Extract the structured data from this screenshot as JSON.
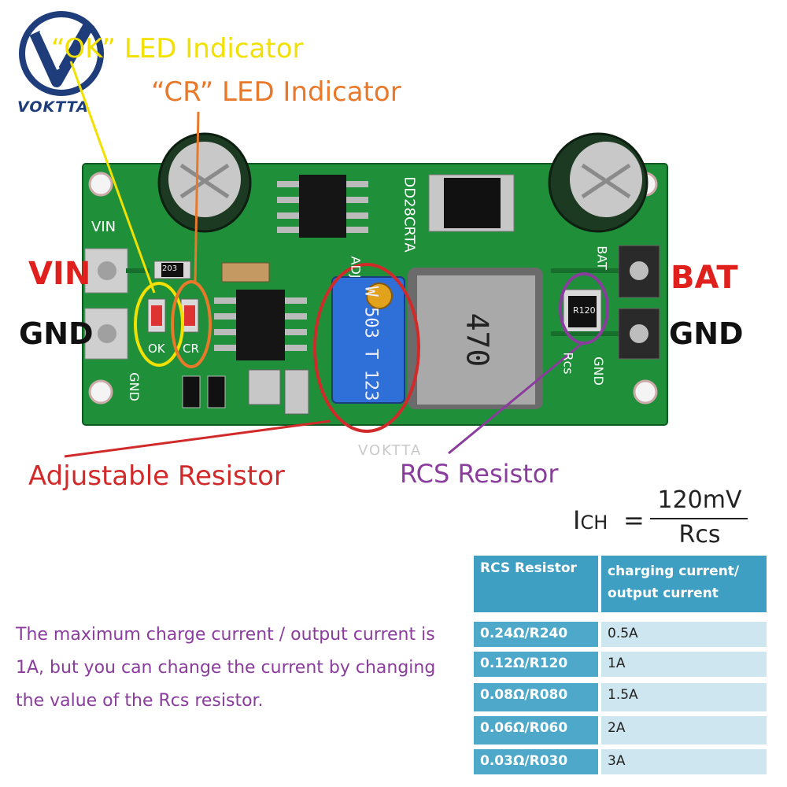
{
  "logo": {
    "icon": "voktta-v-logo",
    "text": "VOKTTA"
  },
  "watermark": "VOKTTA",
  "labels": {
    "ok_led": "“OK” LED Indicator",
    "cr_led": "“CR” LED Indicator",
    "vin": "VIN",
    "gnd_left": "GND",
    "bat": "BAT",
    "gnd_right": "GND",
    "adjustable_resistor": "Adjustable Resistor",
    "rcs_resistor": "RCS Resistor"
  },
  "board": {
    "model": "DD28CRTA",
    "silk_vin": "VIN",
    "silk_gnd_left": "GND",
    "silk_gnd_right": "GND",
    "silk_bat": "BAT",
    "silk_rcs": "Rcs",
    "silk_adj": "ADJ",
    "led_ok": "OK",
    "led_cr": "CR",
    "inductor": "470",
    "potentiometer": "W 503 T 123",
    "rcs_chip": "R120",
    "chip_203": "203",
    "colors": {
      "pcb": "#1f8f3a",
      "ok_circle": "#f2e000",
      "cr_circle": "#e8792a",
      "adj_circle": "#d12a2a",
      "rcs_circle": "#8a3d9c"
    }
  },
  "formula": {
    "lhs": "I",
    "lhs_sub": "CH",
    "eq": "=",
    "numerator": "120mV",
    "denominator": "Rcs"
  },
  "description": "The maximum charge current / output current is 1A, but you can change the current by changing the value of the Rcs resistor.",
  "table": {
    "headers": [
      "RCS Resistor",
      "charging current/ output current"
    ],
    "rows": [
      [
        "0.24Ω/R240",
        "0.5A"
      ],
      [
        "0.12Ω/R120",
        "1A"
      ],
      [
        "0.08Ω/R080",
        "1.5A"
      ],
      [
        "0.06Ω/R060",
        "2A"
      ],
      [
        "0.03Ω/R030",
        "3A"
      ]
    ]
  }
}
